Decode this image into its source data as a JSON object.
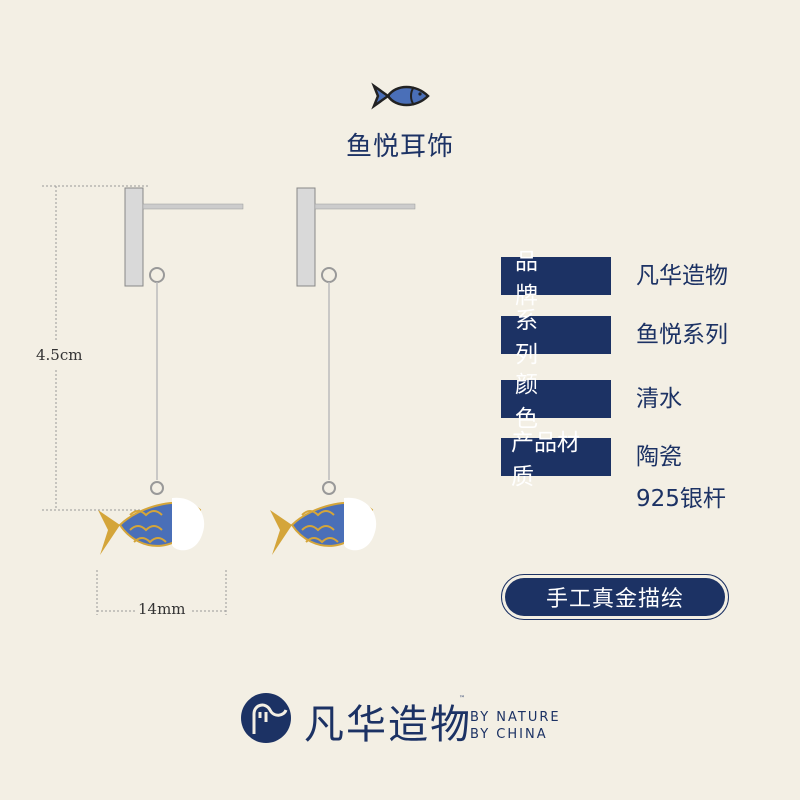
{
  "title": "鱼悦耳饰",
  "specs": [
    {
      "label": "品牌",
      "value": "凡华造物"
    },
    {
      "label": "系列",
      "value": "鱼悦系列"
    },
    {
      "label": "颜色",
      "value": "清水"
    },
    {
      "label": "产品材质",
      "value": "陶瓷",
      "value2": "925银杆"
    }
  ],
  "badge": "手工真金描绘",
  "dimensions": {
    "length": "4.5cm",
    "width": "14mm"
  },
  "brand": {
    "name_cn": "凡华造物",
    "tm": "™",
    "tagline_1": "BY NATURE",
    "tagline_2": "BY CHINA"
  },
  "colors": {
    "navy": "#1c3264",
    "background": "#f3efe4",
    "gold": "#d4a53a",
    "fish_blue": "#4a6fb8"
  }
}
